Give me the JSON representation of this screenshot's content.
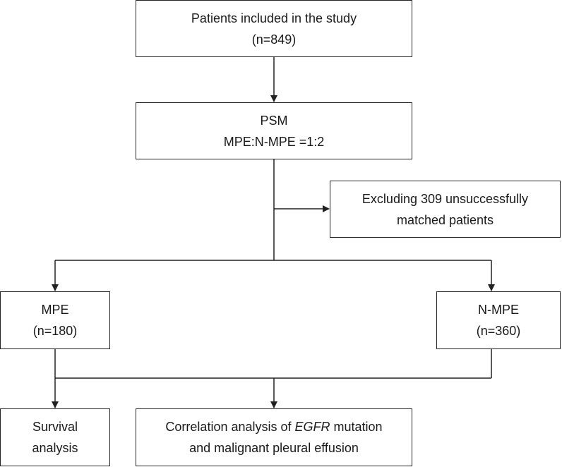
{
  "nodes": {
    "included": {
      "line1": "Patients included in the study",
      "line2": "(n=849)"
    },
    "psm": {
      "line1": "PSM",
      "line2": "MPE:N-MPE =1:2"
    },
    "excluded": {
      "line1": "Excluding 309 unsuccessfully",
      "line2": "matched patients"
    },
    "mpe": {
      "line1": "MPE",
      "line2": "(n=180)"
    },
    "nmpe": {
      "line1": "N-MPE",
      "line2": "(n=360)"
    },
    "survival": {
      "line1": "Survival",
      "line2": "analysis"
    },
    "correlation": {
      "line1_prefix": "Correlation analysis of ",
      "line1_emph": "EGFR",
      "line1_suffix": " mutation",
      "line2": "and malignant pleural effusion"
    }
  },
  "colors": {
    "stroke": "#222222",
    "text": "#1a1a1a",
    "background": "#ffffff"
  }
}
